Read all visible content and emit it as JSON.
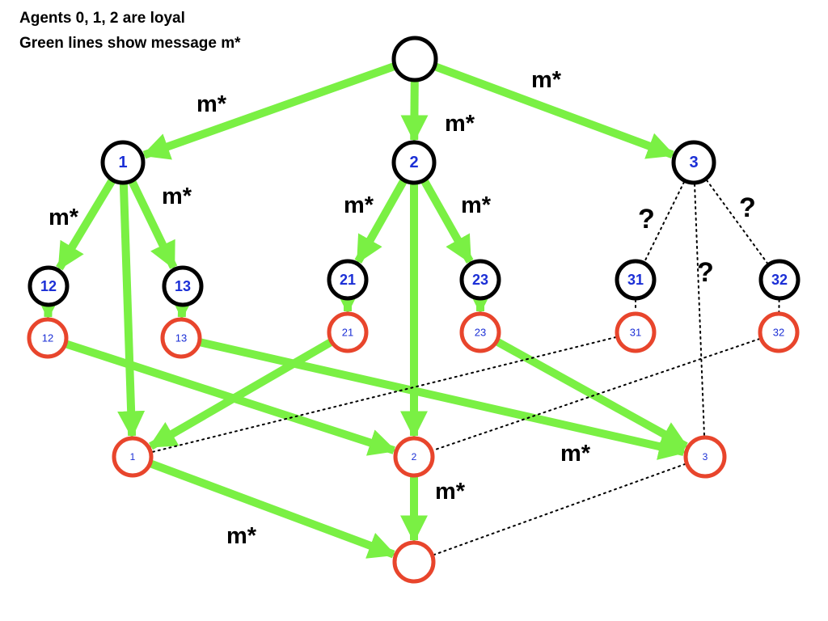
{
  "caption": {
    "line1": "Agents 0, 1, 2 are loyal",
    "line2": "Green lines show message m*"
  },
  "colors": {
    "green": "#7af044",
    "black": "#000000",
    "red": "#e8452c",
    "label_blue": "#1b2fd6"
  },
  "message_label": "m*",
  "question_label": "?",
  "nodes": {
    "root": {
      "label": ""
    },
    "a1": {
      "label": "1"
    },
    "a2": {
      "label": "2"
    },
    "a3": {
      "label": "3"
    },
    "b12": {
      "label": "12"
    },
    "b13": {
      "label": "13"
    },
    "b21": {
      "label": "21"
    },
    "b23": {
      "label": "23"
    },
    "b31": {
      "label": "31"
    },
    "b32": {
      "label": "32"
    },
    "r12": {
      "label": "12"
    },
    "r13": {
      "label": "13"
    },
    "r21": {
      "label": "21"
    },
    "r23": {
      "label": "23"
    },
    "r31": {
      "label": "31"
    },
    "r32": {
      "label": "32"
    },
    "c1": {
      "label": "1"
    },
    "c2": {
      "label": "2"
    },
    "c3": {
      "label": "3"
    },
    "bottom": {
      "label": ""
    }
  },
  "edges": [
    {
      "from": "root",
      "to": "a1",
      "style": "green"
    },
    {
      "from": "root",
      "to": "a2",
      "style": "green"
    },
    {
      "from": "root",
      "to": "a3",
      "style": "green"
    },
    {
      "from": "a1",
      "to": "b12",
      "style": "green"
    },
    {
      "from": "a1",
      "to": "b13",
      "style": "green"
    },
    {
      "from": "a1",
      "to": "c1",
      "style": "green"
    },
    {
      "from": "a2",
      "to": "b21",
      "style": "green"
    },
    {
      "from": "a2",
      "to": "b23",
      "style": "green"
    },
    {
      "from": "a2",
      "to": "c2",
      "style": "green"
    },
    {
      "from": "a3",
      "to": "b31",
      "style": "dotted"
    },
    {
      "from": "a3",
      "to": "b32",
      "style": "dotted"
    },
    {
      "from": "a3",
      "to": "c3",
      "style": "dotted"
    },
    {
      "from": "b12",
      "to": "r12",
      "style": "green"
    },
    {
      "from": "b13",
      "to": "r13",
      "style": "green"
    },
    {
      "from": "b21",
      "to": "r21",
      "style": "green"
    },
    {
      "from": "b23",
      "to": "r23",
      "style": "green"
    },
    {
      "from": "b31",
      "to": "r31",
      "style": "dotted"
    },
    {
      "from": "b32",
      "to": "r32",
      "style": "dotted"
    },
    {
      "from": "r12",
      "to": "c2",
      "style": "green"
    },
    {
      "from": "r13",
      "to": "c3",
      "style": "green"
    },
    {
      "from": "r21",
      "to": "c1",
      "style": "green"
    },
    {
      "from": "r23",
      "to": "c3",
      "style": "green"
    },
    {
      "from": "r31",
      "to": "c1",
      "style": "dotted"
    },
    {
      "from": "r32",
      "to": "c2",
      "style": "dotted"
    },
    {
      "from": "c1",
      "to": "bottom",
      "style": "green"
    },
    {
      "from": "c2",
      "to": "bottom",
      "style": "green"
    },
    {
      "from": "c3",
      "to": "bottom",
      "style": "dotted"
    }
  ]
}
